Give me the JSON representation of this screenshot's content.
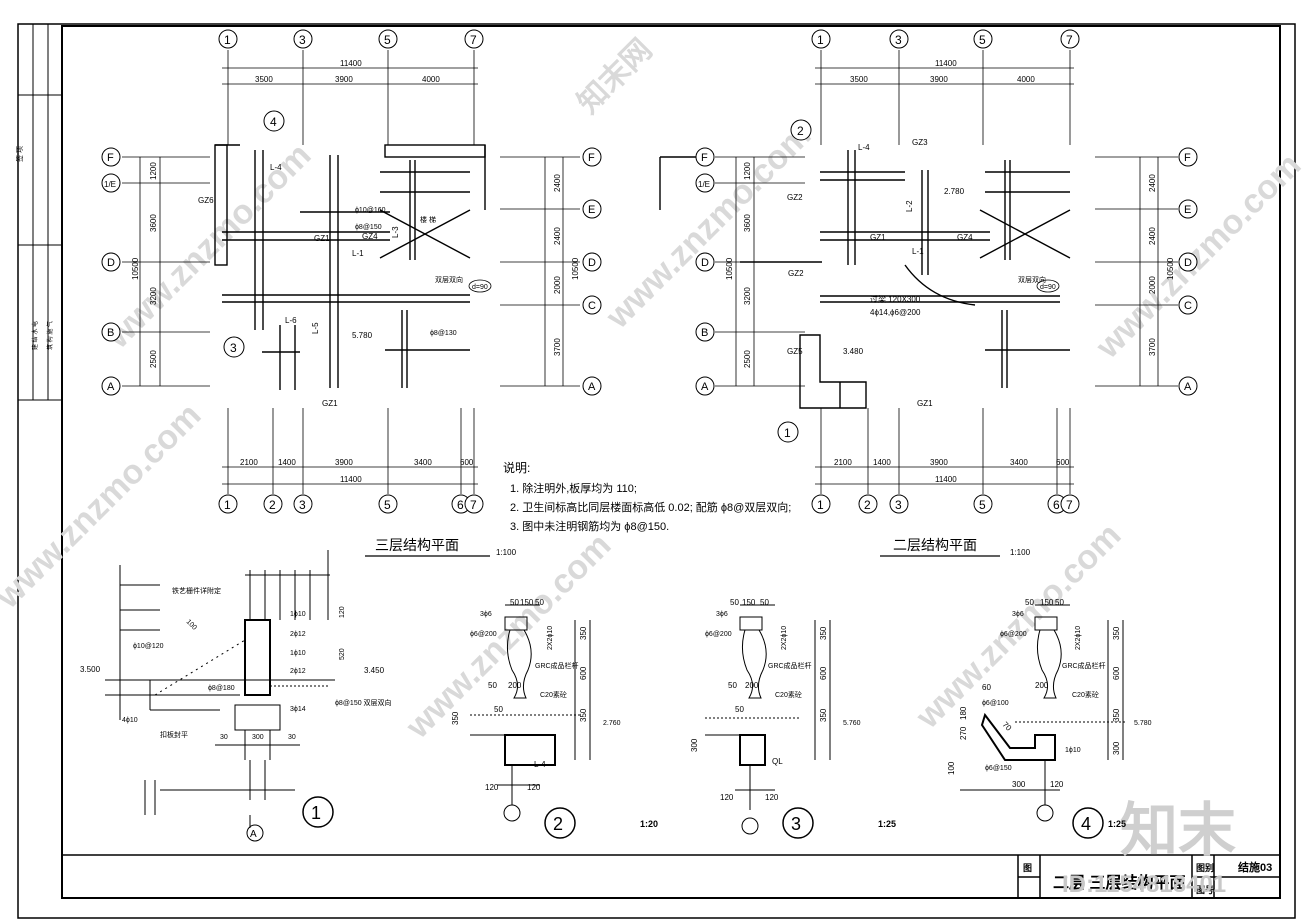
{
  "sheet": {
    "drawing_number": "结施03",
    "title_block_labels": [
      "图",
      "图别",
      "图号"
    ],
    "sheet_title": "二层 三层结构平面"
  },
  "left_plan": {
    "title": "三层结构平面",
    "scale": "1:100",
    "axes_top": [
      "1",
      "3",
      "5",
      "7"
    ],
    "axes_bottom": [
      "1",
      "2",
      "3",
      "5",
      "6",
      "7"
    ],
    "axes_side": [
      "F",
      "1/E",
      "E",
      "D",
      "C",
      "B",
      "A"
    ],
    "dims_top": {
      "total": "11400",
      "parts": [
        "3500",
        "3900",
        "4000"
      ]
    },
    "dims_bottom": {
      "total": "11400",
      "parts": [
        "2100",
        "1400",
        "3900",
        "3400",
        "600"
      ]
    },
    "dims_left": {
      "total": "10500",
      "parts": [
        "1200",
        "3600",
        "3200",
        "2500"
      ]
    },
    "dims_right": {
      "total": "10500",
      "parts": [
        "2400",
        "2400",
        "2000",
        "3700"
      ]
    },
    "labels": [
      "GZ6",
      "L-4",
      "L-1",
      "GZ1",
      "GZ4",
      "L-3",
      "L-6",
      "L-5",
      "GZ1",
      "5.780",
      "ϕ8@150",
      "ϕ10@160",
      "ϕ8@130",
      "楼 梯",
      "双层双向",
      "d=90"
    ]
  },
  "right_plan": {
    "title": "二层结构平面",
    "scale": "1:100",
    "axes_top": [
      "1",
      "3",
      "5",
      "7"
    ],
    "axes_bottom": [
      "1",
      "2",
      "3",
      "5",
      "6",
      "7"
    ],
    "axes_side": [
      "F",
      "1/E",
      "E",
      "D",
      "C",
      "B",
      "A"
    ],
    "dims_top": {
      "total": "11400",
      "parts": [
        "3500",
        "3900",
        "4000"
      ]
    },
    "dims_bottom": {
      "total": "11400",
      "parts": [
        "2100",
        "1400",
        "3900",
        "3400",
        "600"
      ]
    },
    "dims_left": {
      "total": "10500",
      "parts": [
        "1200",
        "3600",
        "3200",
        "2500"
      ]
    },
    "dims_right": {
      "total": "10500",
      "parts": [
        "2400",
        "2400",
        "2000",
        "3700"
      ]
    },
    "labels": [
      "L-4",
      "GZ3",
      "GZ2",
      "L-2",
      "2.780",
      "GZ1",
      "GZ4",
      "L-1",
      "GZ2",
      "过梁 120X300",
      "4ϕ14,ϕ6@200",
      "GZ5",
      "3.480",
      "GZ1",
      "双层双向",
      "d=90"
    ]
  },
  "notes": {
    "heading": "说明:",
    "items": [
      "1.   除注明外,板厚均为 110;",
      "2.   卫生间标高比同层楼面标高低 0.02; 配筋 ϕ8@双层双向;",
      "3.   图中未注明钢筋均为 ϕ8@150."
    ]
  },
  "details": [
    {
      "id": "1",
      "labels": [
        "铁艺栅件详附定",
        "ϕ10@120",
        "1ϕ10",
        "2ϕ12",
        "1ϕ10",
        "2ϕ12",
        "3ϕ14",
        "ϕ8@180",
        "ϕ8@150 双层双向",
        "4ϕ10",
        "扣板封平",
        "3.500",
        "3.450",
        "120",
        "520",
        "100",
        "300",
        "30",
        "30"
      ],
      "axis": "A"
    },
    {
      "id": "2",
      "labels": [
        "50",
        "150",
        "50",
        "3ϕ6",
        "ϕ6@200",
        "2X2ϕ10",
        "GRC成品栏杆",
        "C20素砼",
        "2.760",
        "L-4",
        "350",
        "600",
        "350",
        "350",
        "120",
        "120",
        "50",
        "200",
        "50"
      ]
    },
    {
      "id": "3",
      "labels": [
        "50",
        "150",
        "50",
        "3ϕ6",
        "ϕ6@200",
        "2X2ϕ10",
        "GRC成品栏杆",
        "C20素砼",
        "5.760",
        "QL",
        "350",
        "600",
        "350",
        "300",
        "120",
        "120",
        "50",
        "200",
        "50"
      ]
    },
    {
      "id": "4",
      "labels": [
        "50",
        "150",
        "50",
        "3ϕ6",
        "ϕ6@200",
        "2X2ϕ10",
        "GRC成品栏杆",
        "C20素砼",
        "5.780",
        "1ϕ10",
        "ϕ6@100",
        "ϕ6@150",
        "350",
        "600",
        "350",
        "300",
        "60",
        "200",
        "300",
        "120",
        "270",
        "180",
        "100",
        "70"
      ]
    }
  ],
  "detail_scales": [
    "1:20",
    "1:25",
    "1:25"
  ],
  "watermarks": [
    "www.znzmo.com",
    "知末网",
    "知末",
    "ID:1154818401"
  ],
  "side_strip_labels": [
    "签 项",
    "建 结 水 电",
    "筑 构 施 气"
  ]
}
